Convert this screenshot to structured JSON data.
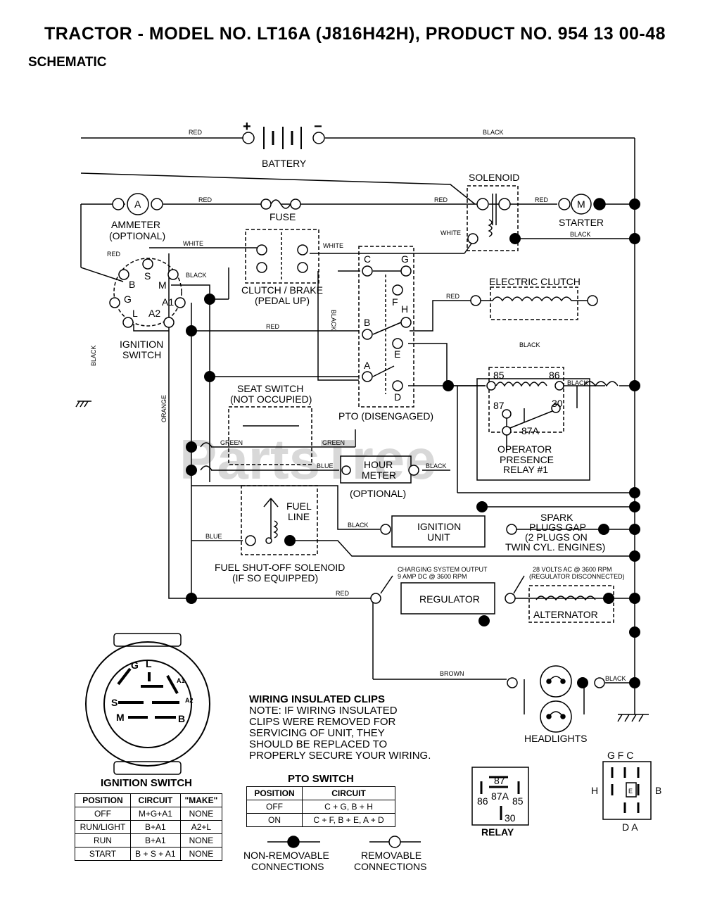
{
  "header": {
    "title": "TRACTOR - MODEL NO. LT16A (J816H42H),   PRODUCT NO. 954 13 00-48",
    "subtitle": "SCHEMATIC"
  },
  "components": {
    "battery": "BATTERY",
    "plus": "+",
    "minus": "−",
    "solenoid": "SOLENOID",
    "starter": "STARTER",
    "ammeter_1": "AMMETER",
    "ammeter_2": "(OPTIONAL)",
    "fuse": "FUSE",
    "clutch_1": "CLUTCH / BRAKE",
    "clutch_2": "(PEDAL UP)",
    "electric_clutch": "ELECTRIC CLUTCH",
    "ignition_switch_1": "IGNITION",
    "ignition_switch_2": "SWITCH",
    "seat_1": "SEAT SWITCH",
    "seat_2": "(NOT OCCUPIED)",
    "pto": "PTO (DISENGAGED)",
    "relay_1": "OPERATOR",
    "relay_2": "PRESENCE",
    "relay_3": "RELAY #1",
    "hour_1": "HOUR",
    "hour_2": "METER",
    "hour_3": "(OPTIONAL)",
    "fuel_line_1": "FUEL",
    "fuel_line_2": "LINE",
    "fuel_sol_1": "FUEL SHUT-OFF SOLENOID",
    "fuel_sol_2": "(IF SO EQUIPPED)",
    "ign_unit_1": "IGNITION",
    "ign_unit_2": "UNIT",
    "spark_1": "SPARK",
    "spark_2": "PLUGS GAP",
    "spark_3": "(2 PLUGS ON",
    "spark_4": "TWIN CYL. ENGINES)",
    "regulator": "REGULATOR",
    "alternator": "ALTERNATOR",
    "charging_1": "CHARGING SYSTEM OUTPUT",
    "charging_2": "9 AMP DC @ 3600 RPM",
    "volts_1": "28 VOLTS AC @ 3600 RPM",
    "volts_2": "(REGULATOR DISCONNECTED)",
    "headlights": "HEADLIGHTS"
  },
  "wires": {
    "red": "RED",
    "black": "BLACK",
    "white": "WHITE",
    "green": "GREEN",
    "blue": "BLUE",
    "orange": "ORANGE",
    "brown": "BROWN"
  },
  "terminals": {
    "ign": [
      "B",
      "S",
      "M",
      "G",
      "A1",
      "L",
      "A2"
    ],
    "pto": [
      "C",
      "G",
      "F",
      "H",
      "B",
      "E",
      "A",
      "D"
    ],
    "relay": [
      "85",
      "86",
      "87",
      "30",
      "87A"
    ]
  },
  "watermark": "PartsTree",
  "ignition_switch_face": {
    "title": "IGNITION SWITCH",
    "letters": [
      "G",
      "L",
      "A1",
      "S",
      "A2",
      "M",
      "B"
    ]
  },
  "ignition_table": {
    "headers": [
      "POSITION",
      "CIRCUIT",
      "\"MAKE\""
    ],
    "rows": [
      [
        "OFF",
        "M+G+A1",
        "NONE"
      ],
      [
        "RUN/LIGHT",
        "B+A1",
        "A2+L"
      ],
      [
        "RUN",
        "B+A1",
        "NONE"
      ],
      [
        "START",
        "B + S + A1",
        "NONE"
      ]
    ]
  },
  "pto_table": {
    "title": "PTO SWITCH",
    "headers": [
      "POSITION",
      "CIRCUIT"
    ],
    "rows": [
      [
        "OFF",
        "C + G, B + H"
      ],
      [
        "ON",
        "C + F, B + E, A + D"
      ]
    ]
  },
  "note": {
    "title": "WIRING INSULATED CLIPS",
    "lines": [
      "NOTE: IF WIRING INSULATED",
      "CLIPS WERE REMOVED FOR",
      "SERVICING OF UNIT, THEY",
      "SHOULD BE REPLACED TO",
      "PROPERLY SECURE YOUR WIRING."
    ]
  },
  "legend": {
    "nonrem_1": "NON-REMOVABLE",
    "nonrem_2": "CONNECTIONS",
    "rem_1": "REMOVABLE",
    "rem_2": "CONNECTIONS"
  },
  "relay_diagram": {
    "title": "RELAY",
    "pins": [
      "87",
      "87A",
      "86",
      "85",
      "30"
    ]
  },
  "pto_diagram": {
    "top": "G F C",
    "bottom": "D A",
    "left": "H",
    "right": "B",
    "center": "E"
  }
}
